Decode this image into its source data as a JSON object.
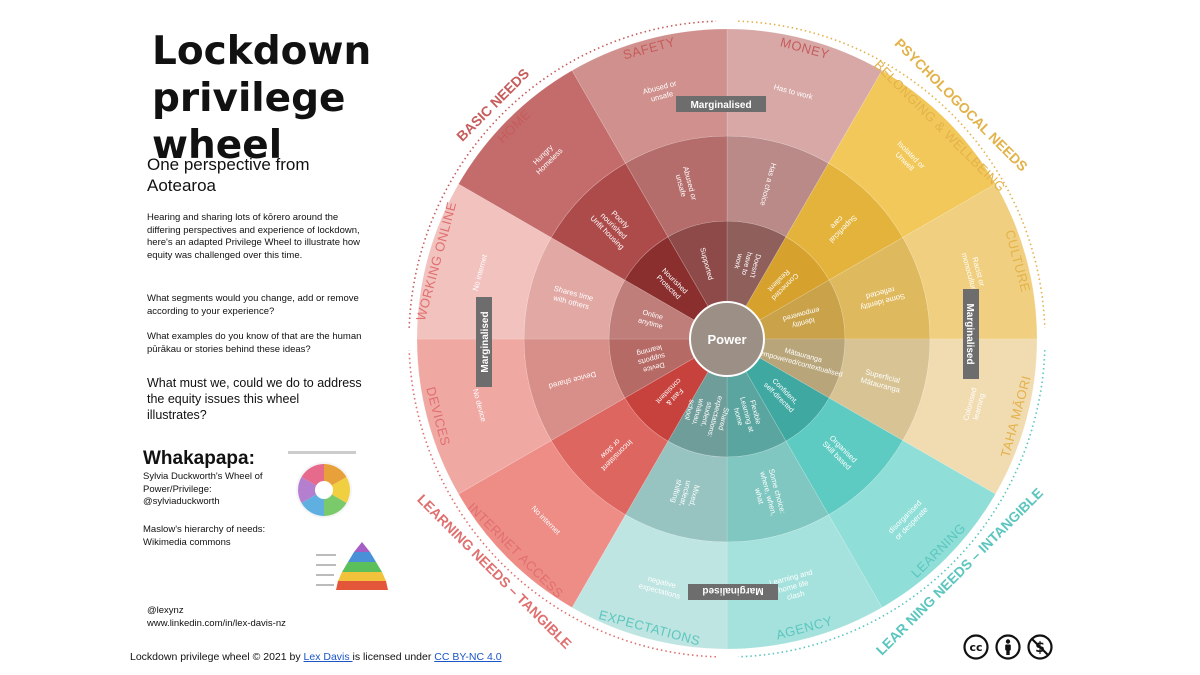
{
  "title_line1": "Lockdown",
  "title_line2": "privilege wheel",
  "subtitle": "One perspective from Aotearoa",
  "intro": "Hearing and sharing lots of kōrero around the differing perspectives and experience of lockdown, here's an adapted Privilege Wheel to illustrate how equity was challenged over this time.",
  "question1": "What segments would you change, add or remove according to your experience?",
  "question2": "What examples do you know of that are the human pūrākau or stories behind these ideas?",
  "question3": "What must we, could we do to address the equity issues this wheel illustrates?",
  "whakapapa": {
    "heading": "Whakapapa:",
    "cite1_a": "Sylvia Duckworth's Wheel of Power/Privilege:",
    "cite1_b": "@sylviaduckworth",
    "cite2": "Maslow's hierarchy of needs: Wikimedia commons"
  },
  "handles": {
    "handle": "@lexynz",
    "linkedin": "www.linkedin.com/in/lex-davis-nz"
  },
  "footer": {
    "prefix": "Lockdown privilege wheel © 2021 by ",
    "author": "Lex Davis ",
    "mid": "is licensed under ",
    "license": "CC BY-NC 4.0 "
  },
  "icons": [
    "cc-icon",
    "by-icon",
    "nc-icon"
  ],
  "wheel": {
    "center": "Power",
    "marginalised": "Marginalised",
    "outer_ring": [
      {
        "label": "MONEY",
        "color": "#c65c5c"
      },
      {
        "label": "BELONGING & WELLBEING",
        "color": "#e3b24a"
      },
      {
        "label": "CULTURE",
        "color": "#e3b24a"
      },
      {
        "label": "TAHA MĀORI",
        "color": "#e3b24a"
      },
      {
        "label": "LEARNING",
        "color": "#5bc6bf"
      },
      {
        "label": "AGENCY",
        "color": "#5bc6bf"
      },
      {
        "label": "EXPECTATIONS",
        "color": "#5bc6bf"
      },
      {
        "label": "INTERNET ACCESS",
        "color": "#e06f6f"
      },
      {
        "label": "DEVICES",
        "color": "#e06f6f"
      },
      {
        "label": "WORKING ONLINE",
        "color": "#e06f6f"
      },
      {
        "label": "HOME",
        "color": "#c65c5c"
      },
      {
        "label": "SAFETY",
        "color": "#c65c5c"
      }
    ],
    "group_labels": [
      {
        "label": "BASIC NEEDS",
        "color": "#c65c5c"
      },
      {
        "label": "PSYCHOLOGOCAL NEEDS",
        "color": "#e3b24a"
      },
      {
        "label": "LEAR NING NEEDS – INTANGIBLE",
        "color": "#5bc6bf"
      },
      {
        "label": "LEARNING NEEDS – TANGIBLE",
        "color": "#e06f6f"
      }
    ],
    "segments": [
      {
        "r3": "Has to work",
        "r2": "Has a choice",
        "r1": "Doesn't have to work"
      },
      {
        "r3": "Isolated or Unwell",
        "r2": "Superficial care",
        "r1": "Connected Resilient"
      },
      {
        "r3": "Racist or monocultural",
        "r2": "Some identity reflected",
        "r1": "Identity empowered"
      },
      {
        "r3": "Colonised learning",
        "r2": "Superficial Mātauranga",
        "r1": "Mātauranga empowered/contextualised"
      },
      {
        "r3": "disorganised or desperate",
        "r2": "Organised Skill based",
        "r1": "Confident, self-directed"
      },
      {
        "r3": "Learning and home life clash",
        "r2": "Some choice: where, when, what",
        "r1": "Flexible Learning at home"
      },
      {
        "r3": "negative expectations",
        "r2": "Mixed, unclear, shifting",
        "r1": "Shared expectations: student, whānau, school"
      },
      {
        "r3": "No internet",
        "r2": "Inconsistent or slow",
        "r1": "Fast & consistent"
      },
      {
        "r3": "No device",
        "r2": "Device shared",
        "r1": "Device supports learning"
      },
      {
        "r3": "No internet",
        "r2": "Shares time with others",
        "r1": "Online anytime"
      },
      {
        "r3": "Hungry Homeless",
        "r2": "Poorly nourished Unfit housing",
        "r1": "Nourished Protected"
      },
      {
        "r3": "Abused or unsafe",
        "r2": "Abused or unsafe",
        "r1": "Supported"
      }
    ],
    "palette": [
      [
        "#d7a8a6",
        "#b98a87",
        "#8f5f5c"
      ],
      [
        "#f2c85a",
        "#e4b33b",
        "#d6a12d"
      ],
      [
        "#f0d080",
        "#dfb95d",
        "#c9a24a"
      ],
      [
        "#f1dbb0",
        "#d7c393",
        "#b8a57a"
      ],
      [
        "#8fded8",
        "#5dcbc2",
        "#3fa8a1"
      ],
      [
        "#a6e2dd",
        "#7fc7c0",
        "#5aa59f"
      ],
      [
        "#bfe5e2",
        "#97c4c0",
        "#6f9d99"
      ],
      [
        "#ee8c86",
        "#de6660",
        "#c8423d"
      ],
      [
        "#f0a8a3",
        "#d98f89",
        "#b66a65"
      ],
      [
        "#f2c2bf",
        "#e1a8a4",
        "#bf7e7a"
      ],
      [
        "#c46b6b",
        "#ad4b4b",
        "#8b2e2e"
      ],
      [
        "#d0908d",
        "#b46d6a",
        "#8d4a48"
      ]
    ]
  }
}
